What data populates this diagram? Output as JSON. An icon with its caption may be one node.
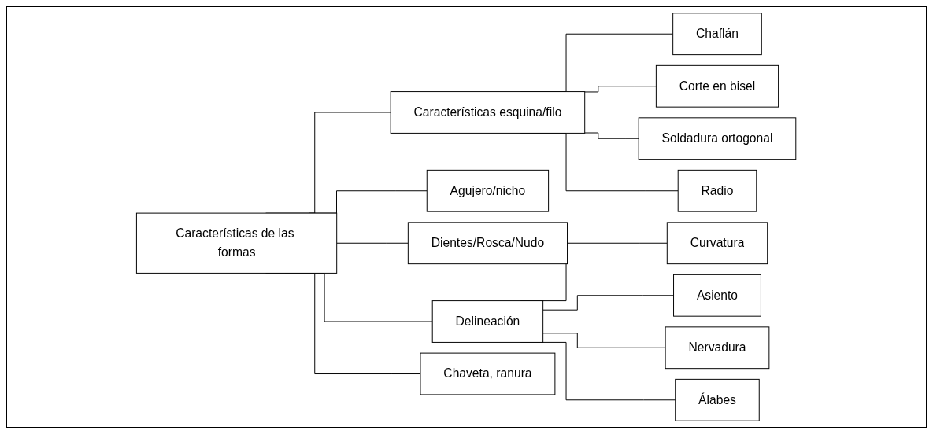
{
  "diagram": {
    "nodes": [
      {
        "text": [
          "Características de las formas"
        ]
      },
      {
        "text": [
          "Características esquina/filo"
        ]
      },
      {
        "text": [
          "Chaflán"
        ]
      },
      {
        "text": [
          "Corte en bisel"
        ]
      },
      {
        "text": [
          "Soldadura ortogonal"
        ]
      },
      {
        "text": [
          "Radio"
        ]
      },
      {
        "text": [
          "Agujero/nicho"
        ]
      },
      {
        "text": [
          "Dientes/Rosca/Nudo"
        ]
      },
      {
        "text": [
          "Delineación"
        ]
      },
      {
        "text": [
          "Curvatura"
        ]
      },
      {
        "text": [
          "Asiento"
        ]
      },
      {
        "text": [
          "Nervadura"
        ]
      },
      {
        "text": [
          "Álabes"
        ]
      },
      {
        "text": [
          "Chaveta, ranura"
        ]
      }
    ],
    "edges": [
      {
        "from": 0,
        "to": 1,
        "arrow": "none"
      },
      {
        "from": 1,
        "to": 2,
        "arrow": "none"
      },
      {
        "from": 1,
        "to": 3,
        "arrow": "none"
      },
      {
        "from": 1,
        "to": 4,
        "arrow": "none"
      },
      {
        "from": 1,
        "to": 5,
        "arrow": "none"
      },
      {
        "from": 0,
        "to": 6,
        "arrow": "none"
      },
      {
        "from": 0,
        "to": 7,
        "arrow": "none"
      },
      {
        "from": 0,
        "to": 8,
        "arrow": "none"
      },
      {
        "from": 8,
        "to": 9,
        "arrow": "none"
      },
      {
        "from": 8,
        "to": 10,
        "arrow": "none"
      },
      {
        "from": 8,
        "to": 11,
        "arrow": "none"
      },
      {
        "from": 8,
        "to": 12,
        "arrow": "none"
      },
      {
        "from": 0,
        "to": 13,
        "arrow": "none"
      }
    ]
  }
}
